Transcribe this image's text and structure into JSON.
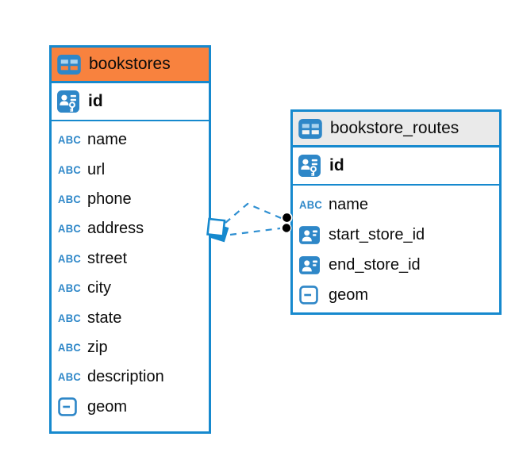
{
  "diagram": {
    "type": "entity-relationship",
    "background": "#ffffff"
  },
  "colors": {
    "table_border": "#1689CE",
    "header_orange": "#F8823E",
    "header_gray": "#EAEAEA",
    "edge_blue": "#2E8FD1",
    "icon_blue": "#2E87C8",
    "text": "#0B0B0B"
  },
  "icons": {
    "abc_text": "ABC"
  },
  "tables": [
    {
      "name": "bookstores",
      "header_style": "orange",
      "primary_key": {
        "name": "id",
        "icon": "person-key-icon"
      },
      "fields": [
        {
          "name": "name",
          "icon": "abc-icon"
        },
        {
          "name": "url",
          "icon": "abc-icon"
        },
        {
          "name": "phone",
          "icon": "abc-icon"
        },
        {
          "name": "address",
          "icon": "abc-icon"
        },
        {
          "name": "street",
          "icon": "abc-icon"
        },
        {
          "name": "city",
          "icon": "abc-icon"
        },
        {
          "name": "state",
          "icon": "abc-icon"
        },
        {
          "name": "zip",
          "icon": "abc-icon"
        },
        {
          "name": "description",
          "icon": "abc-icon"
        },
        {
          "name": "geom",
          "icon": "geometry-icon"
        }
      ]
    },
    {
      "name": "bookstore_routes",
      "header_style": "gray",
      "primary_key": {
        "name": "id",
        "icon": "person-key-icon"
      },
      "fields": [
        {
          "name": "name",
          "icon": "abc-icon"
        },
        {
          "name": "start_store_id",
          "icon": "person-ref-icon"
        },
        {
          "name": "end_store_id",
          "icon": "person-ref-icon"
        },
        {
          "name": "geom",
          "icon": "geometry-icon"
        }
      ]
    }
  ],
  "relationships": [
    {
      "from_table": "bookstore_routes",
      "to_table": "bookstores",
      "line_style": "dashed"
    },
    {
      "from_table": "bookstore_routes",
      "to_table": "bookstores",
      "line_style": "dashed"
    }
  ]
}
